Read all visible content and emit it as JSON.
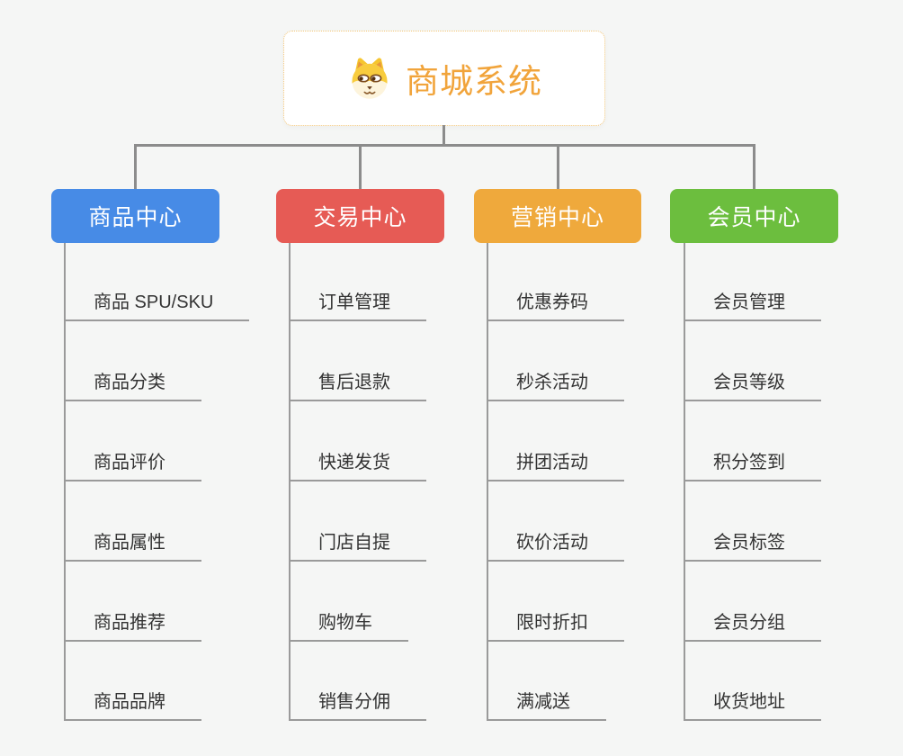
{
  "page": {
    "background_color": "#f5f6f5",
    "connector_color": "#8c8c8c",
    "leaf_line_color": "#9a9a9a",
    "leaf_text_color": "#333333"
  },
  "root": {
    "title": "商城系统",
    "title_color": "#f1a43b",
    "border_color": "#f2c679",
    "icon": "dog-face-icon"
  },
  "branches": [
    {
      "label": "商品中心",
      "color": "#478be6",
      "items": [
        "商品 SPU/SKU",
        "商品分类",
        "商品评价",
        "商品属性",
        "商品推荐",
        "商品品牌"
      ]
    },
    {
      "label": "交易中心",
      "color": "#e65b55",
      "items": [
        "订单管理",
        "售后退款",
        "快递发货",
        "门店自提",
        "购物车",
        "销售分佣"
      ]
    },
    {
      "label": "营销中心",
      "color": "#efa93c",
      "items": [
        "优惠券码",
        "秒杀活动",
        "拼团活动",
        "砍价活动",
        "限时折扣",
        "满减送"
      ]
    },
    {
      "label": "会员中心",
      "color": "#6cbe3e",
      "items": [
        "会员管理",
        "会员等级",
        "积分签到",
        "会员标签",
        "会员分组",
        "收货地址"
      ]
    }
  ]
}
